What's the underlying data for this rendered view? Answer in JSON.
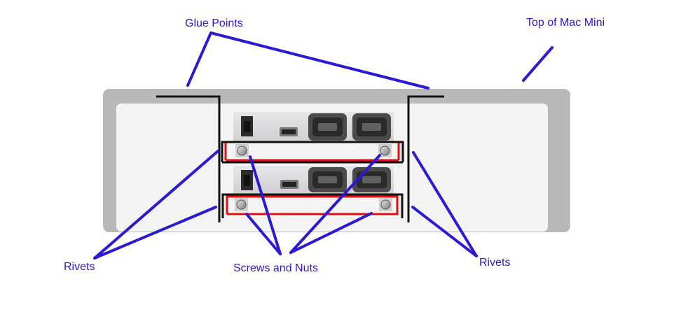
{
  "labels": {
    "glue_points": "Glue Points",
    "top_of_mac_mini": "Top of Mac Mini",
    "rivets_left": "Rivets",
    "screws_and_nuts": "Screws and Nuts",
    "rivets_right": "Rivets"
  },
  "colors": {
    "annotation": "#2a1ad4",
    "mac_outer": "#b9b9b9",
    "mac_inner": "#f4f4f5",
    "bracket": "#111111",
    "bracket_red": "#e01010",
    "panel": "#d8d9da",
    "port_dark": "#3a3a3a"
  },
  "icons": {
    "dc_jack": "dc-power-jack-icon",
    "mini_usb": "mini-usb-port-icon",
    "firewire": "firewire-800-port-icon",
    "screw": "screw-icon"
  }
}
